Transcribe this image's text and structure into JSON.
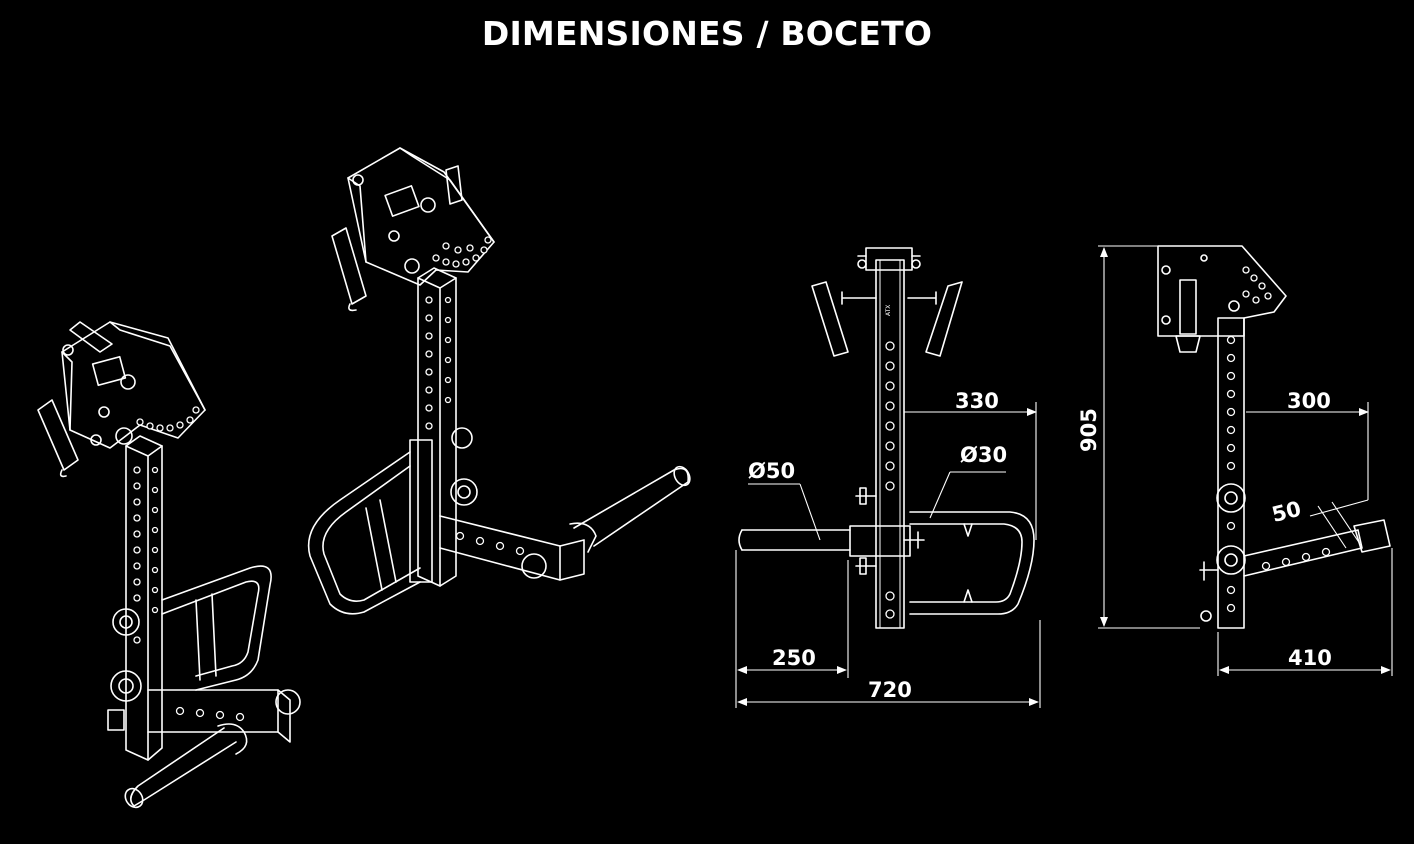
{
  "title": "DIMENSIONES / BOCETO",
  "dimensions": {
    "front_330": "330",
    "front_d30": "Ø30",
    "front_d50": "Ø50",
    "front_250": "250",
    "front_720": "720",
    "side_905": "905",
    "side_300": "300",
    "side_50": "50",
    "side_410": "410"
  },
  "colors": {
    "background": "#000000",
    "lines": "#ffffff"
  }
}
